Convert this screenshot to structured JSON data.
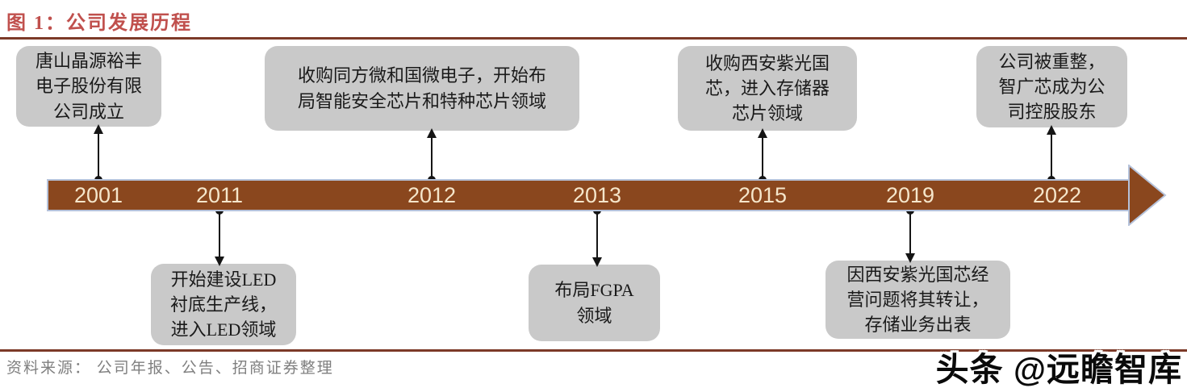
{
  "figure": {
    "title": "图 1：公司发展历程",
    "source": "资料来源： 公司年报、公告、招商证券整理",
    "watermark": "头条 @远瞻智库"
  },
  "timeline": {
    "years": [
      "2001",
      "2011",
      "2012",
      "2013",
      "2015",
      "2019",
      "2022"
    ],
    "bar_color": "#8A471E",
    "bar_border_color": "#B5C2DA",
    "year_text_color": "#F5E6CB"
  },
  "events": {
    "top": [
      {
        "year": "2001",
        "text": "唐山晶源裕丰\n电子股份有限\n公司成立"
      },
      {
        "year": "2012",
        "text": "收购同方微和国微电子，开始布\n局智能安全芯片和特种芯片领域"
      },
      {
        "year": "2015",
        "text": "收购西安紫光国\n芯，进入存储器\n芯片领域"
      },
      {
        "year": "2022",
        "text": "公司被重整，\n智广芯成为公\n司控股股东"
      }
    ],
    "bottom": [
      {
        "year": "2011",
        "text": "开始建设LED\n衬底生产线，\n进入LED领域"
      },
      {
        "year": "2013",
        "text": "布局FGPA\n领域"
      },
      {
        "year": "2019",
        "text": "因西安紫光国芯经\n营问题将其转让，\n存储业务出表"
      }
    ]
  },
  "colors": {
    "title": "#C0504D",
    "title_rule": "#7C3A28",
    "source_rule": "#7C3A28",
    "box_bg": "#C9C9C9",
    "box_text": "#1A1A1A",
    "source_text": "#7F7F7F",
    "connector": "#151515"
  }
}
